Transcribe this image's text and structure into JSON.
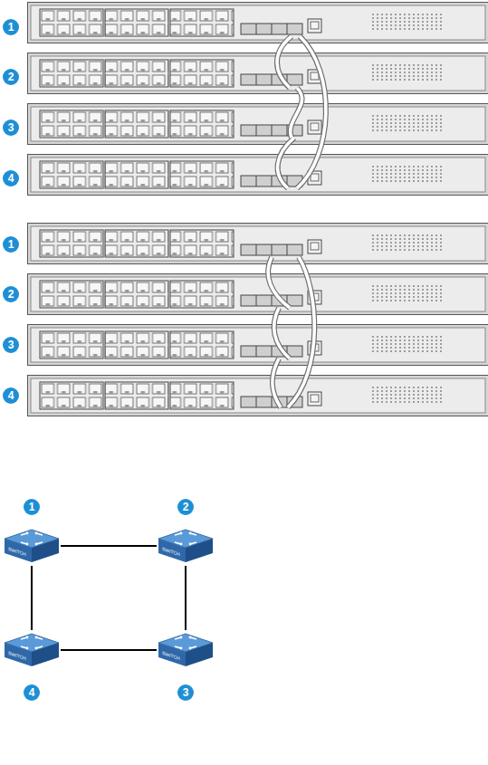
{
  "diagram": {
    "nodes": [
      {
        "text": [
          "1",
          "SWITCH"
        ]
      },
      {
        "text": [
          "2",
          "SWITCH"
        ]
      },
      {
        "text": [
          "4",
          "SWITCH"
        ]
      },
      {
        "text": [
          "3",
          "SWITCH"
        ]
      }
    ],
    "edges": [
      {
        "from": 0,
        "to": 1,
        "arrow": "none"
      },
      {
        "from": 1,
        "to": 3,
        "arrow": "none"
      },
      {
        "from": 3,
        "to": 2,
        "arrow": "none"
      },
      {
        "from": 2,
        "to": 0,
        "arrow": "none"
      }
    ],
    "labels": [
      "1",
      "2",
      "3",
      "4",
      "1",
      "2",
      "3",
      "4"
    ]
  }
}
